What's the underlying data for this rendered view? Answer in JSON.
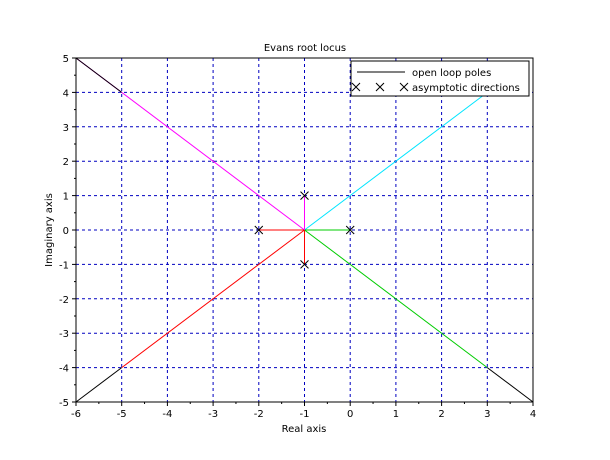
{
  "chart_data": {
    "type": "line",
    "title": "Evans root locus",
    "xlabel": "Real axis",
    "ylabel": "Imaginary axis",
    "xlim": [
      -6,
      4
    ],
    "ylim": [
      -5,
      5
    ],
    "xticks": [
      -6,
      -5,
      -4,
      -3,
      -2,
      -1,
      0,
      1,
      2,
      3,
      4
    ],
    "yticks": [
      -5,
      -4,
      -3,
      -2,
      -1,
      0,
      1,
      2,
      3,
      4,
      5
    ],
    "grid": true,
    "grid_color": "#0000c0",
    "legend_placement": "top-right",
    "legend": [
      {
        "label": "open loop poles",
        "style": "line",
        "color": "#000000"
      },
      {
        "label": "asymptotic directions",
        "style": "x-markers",
        "color": "#000000"
      }
    ],
    "poles": [
      {
        "x": -2,
        "y": 0
      },
      {
        "x": -1,
        "y": 1
      },
      {
        "x": -1,
        "y": -1
      },
      {
        "x": 0,
        "y": 0
      }
    ],
    "series": [
      {
        "color": "#ff00ff",
        "x": [
          -1,
          -6
        ],
        "y": [
          0,
          5
        ]
      },
      {
        "color": "#00e5ff",
        "x": [
          -1,
          3
        ],
        "y": [
          0,
          4
        ]
      },
      {
        "color": "#ff0000",
        "x": [
          -1,
          -5
        ],
        "y": [
          0,
          -4
        ]
      },
      {
        "color": "#00cc00",
        "x": [
          -1,
          3
        ],
        "y": [
          0,
          -4
        ]
      },
      {
        "color": "#ff0000",
        "x": [
          -2,
          -1
        ],
        "y": [
          0,
          0
        ]
      },
      {
        "color": "#ff0000",
        "x": [
          -1,
          -1
        ],
        "y": [
          0,
          -1
        ]
      },
      {
        "color": "#00cc00",
        "x": [
          0,
          -1
        ],
        "y": [
          0,
          0
        ]
      },
      {
        "color": "#ff00ff",
        "x": [
          -1,
          -1
        ],
        "y": [
          1,
          0
        ]
      },
      {
        "color": "#000000",
        "x": [
          -6,
          -5
        ],
        "y": [
          5,
          4
        ]
      },
      {
        "color": "#000000",
        "x": [
          -6,
          -5
        ],
        "y": [
          -5,
          -4
        ]
      },
      {
        "color": "#000000",
        "x": [
          3,
          4
        ],
        "y": [
          -4,
          -5
        ]
      }
    ]
  }
}
